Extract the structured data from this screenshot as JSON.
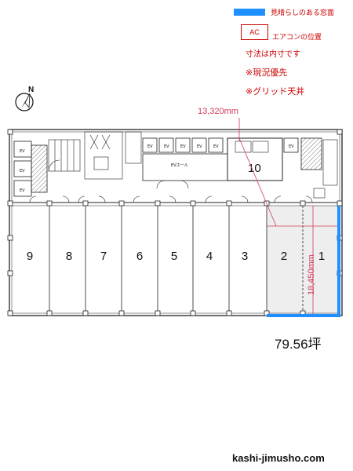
{
  "legend": {
    "view_label": "見晴らしのある窓面",
    "ac_box_label": "AC",
    "ac_label": "エアコンの位置",
    "dimension_note": "寸法は内寸です",
    "current_note": "※現況優先",
    "grid_note": "※グリッド天井"
  },
  "compass": {
    "label": "N"
  },
  "plan": {
    "units": [
      "1",
      "2",
      "3",
      "4",
      "5",
      "6",
      "7",
      "8",
      "9"
    ],
    "room_10": "10",
    "ev_label": "EV",
    "eh_label": "EVホール",
    "width_dimension": "13,320mm",
    "depth_dimension": "18,450mm"
  },
  "area": "79.56坪",
  "site": "kashi-jimusho.com",
  "colors": {
    "accent_red": "#cc0000",
    "view_blue": "#1e90ff",
    "dimension": "#d23c5a"
  }
}
